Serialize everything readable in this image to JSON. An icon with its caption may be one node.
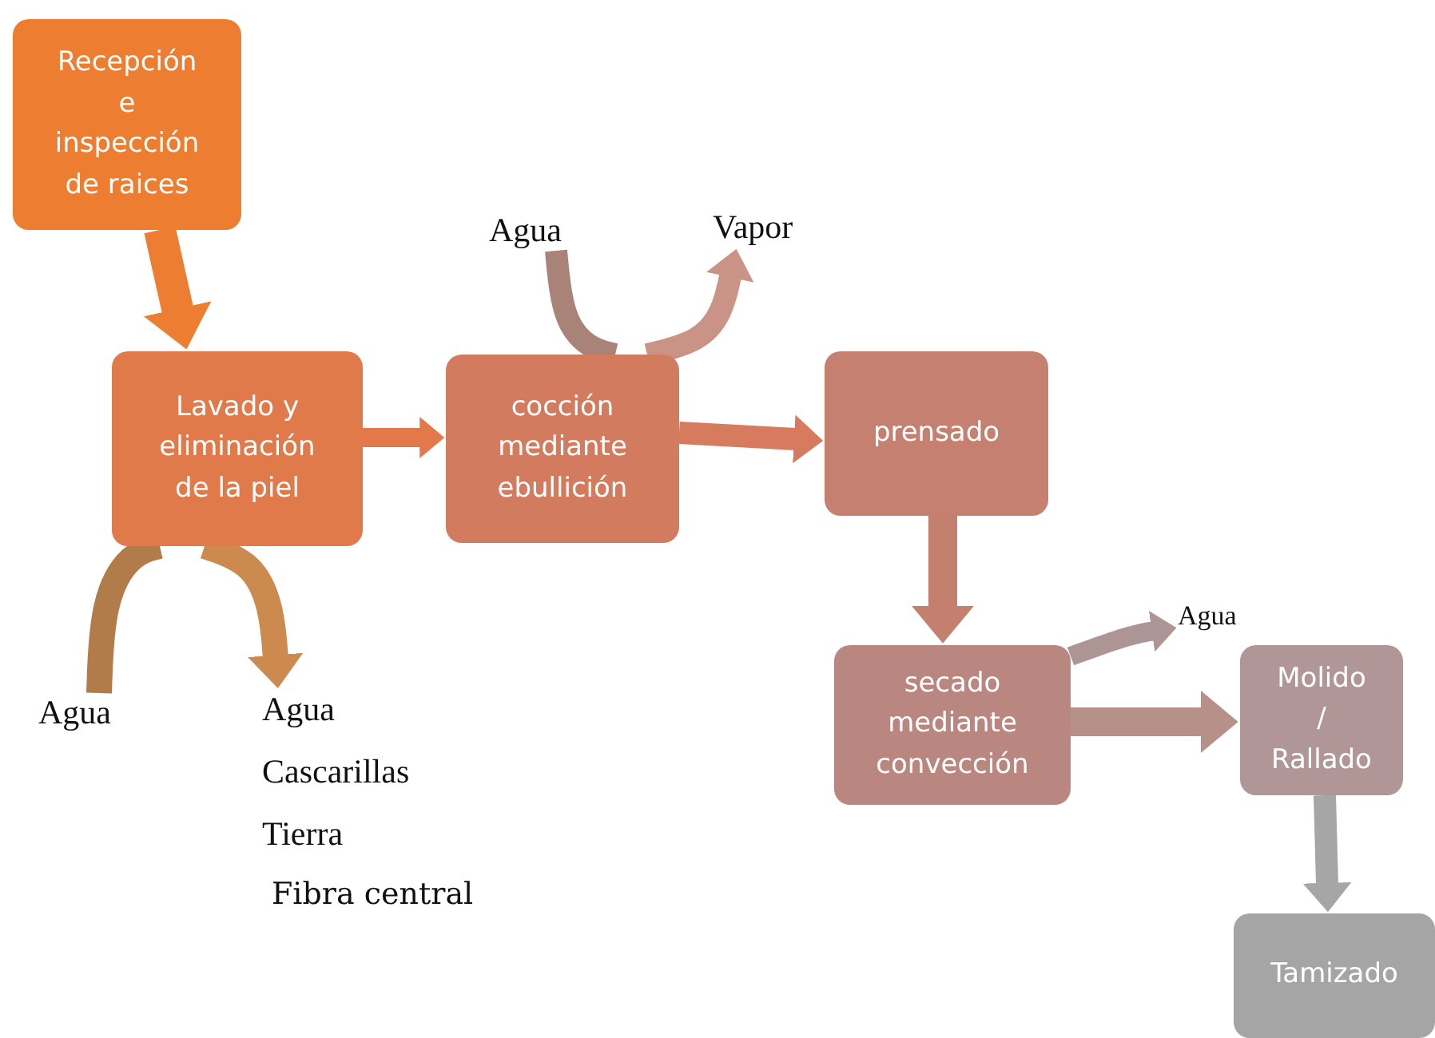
{
  "diagram": {
    "nodes": [
      {
        "text": [
          "Recepción e inspección de raices"
        ]
      },
      {
        "text": [
          "Lavado y eliminación de la piel"
        ]
      },
      {
        "text": [
          "cocción mediante ebullición"
        ]
      },
      {
        "text": [
          "prensado"
        ]
      },
      {
        "text": [
          "secado mediante convección"
        ]
      },
      {
        "text": [
          "Molido / Rallado"
        ]
      },
      {
        "text": [
          "Tamizado"
        ]
      },
      {
        "text": [
          "Agua"
        ]
      },
      {
        "text": [
          "Agua",
          "Cascarillas",
          "Tierra",
          "Fibra central"
        ]
      },
      {
        "text": [
          "Agua"
        ]
      },
      {
        "text": [
          "Vapor"
        ]
      },
      {
        "text": [
          "Agua"
        ]
      }
    ],
    "edges": [
      {
        "from": 0,
        "to": 1,
        "arrow": "to",
        "color": "#ed7d31"
      },
      {
        "from": 1,
        "to": 2,
        "arrow": "to",
        "color": "#e3784a"
      },
      {
        "from": 2,
        "to": 3,
        "arrow": "to",
        "color": "#d67b5e"
      },
      {
        "from": 3,
        "to": 4,
        "arrow": "to",
        "color": "#c4806e"
      },
      {
        "from": 4,
        "to": 5,
        "arrow": "to",
        "color": "#b8908a"
      },
      {
        "from": 5,
        "to": 6,
        "arrow": "to",
        "color": "#a6a6a6"
      },
      {
        "from": 7,
        "to": 1,
        "arrow": "none",
        "color": "#b27b4a"
      },
      {
        "from": 1,
        "to": 8,
        "arrow": "to",
        "color": "#cc8a4e"
      },
      {
        "from": 9,
        "to": 2,
        "arrow": "none",
        "color": "#a98278"
      },
      {
        "from": 2,
        "to": 10,
        "arrow": "to",
        "color": "#c99485"
      },
      {
        "from": 4,
        "to": 11,
        "arrow": "to",
        "color": "#ae9595"
      }
    ]
  }
}
